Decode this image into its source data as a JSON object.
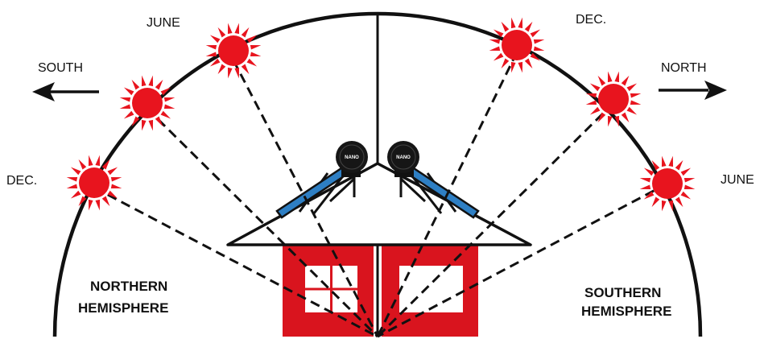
{
  "labels": {
    "june_left": "JUNE",
    "dec_left": "DEC.",
    "dec_right": "DEC.",
    "june_right": "JUNE",
    "south": "SOUTH",
    "north": "NORTH",
    "northern_line1": "NORTHERN",
    "northern_line2": "HEMISPHERE",
    "southern_line1": "SOUTHERN",
    "southern_line2": "HEMISPHERE",
    "tank_logo_left": "NANO",
    "tank_logo_right": "NANO"
  },
  "colors": {
    "sun": "#e8141e",
    "house": "#d9141e",
    "panel": "#2e7fc4",
    "ink": "#111111",
    "background": "#ffffff"
  },
  "icons": {
    "sun": "sun-icon",
    "south_arrow": "arrow-left-icon",
    "north_arrow": "arrow-right-icon",
    "water_heater": "solar-water-heater-icon"
  }
}
